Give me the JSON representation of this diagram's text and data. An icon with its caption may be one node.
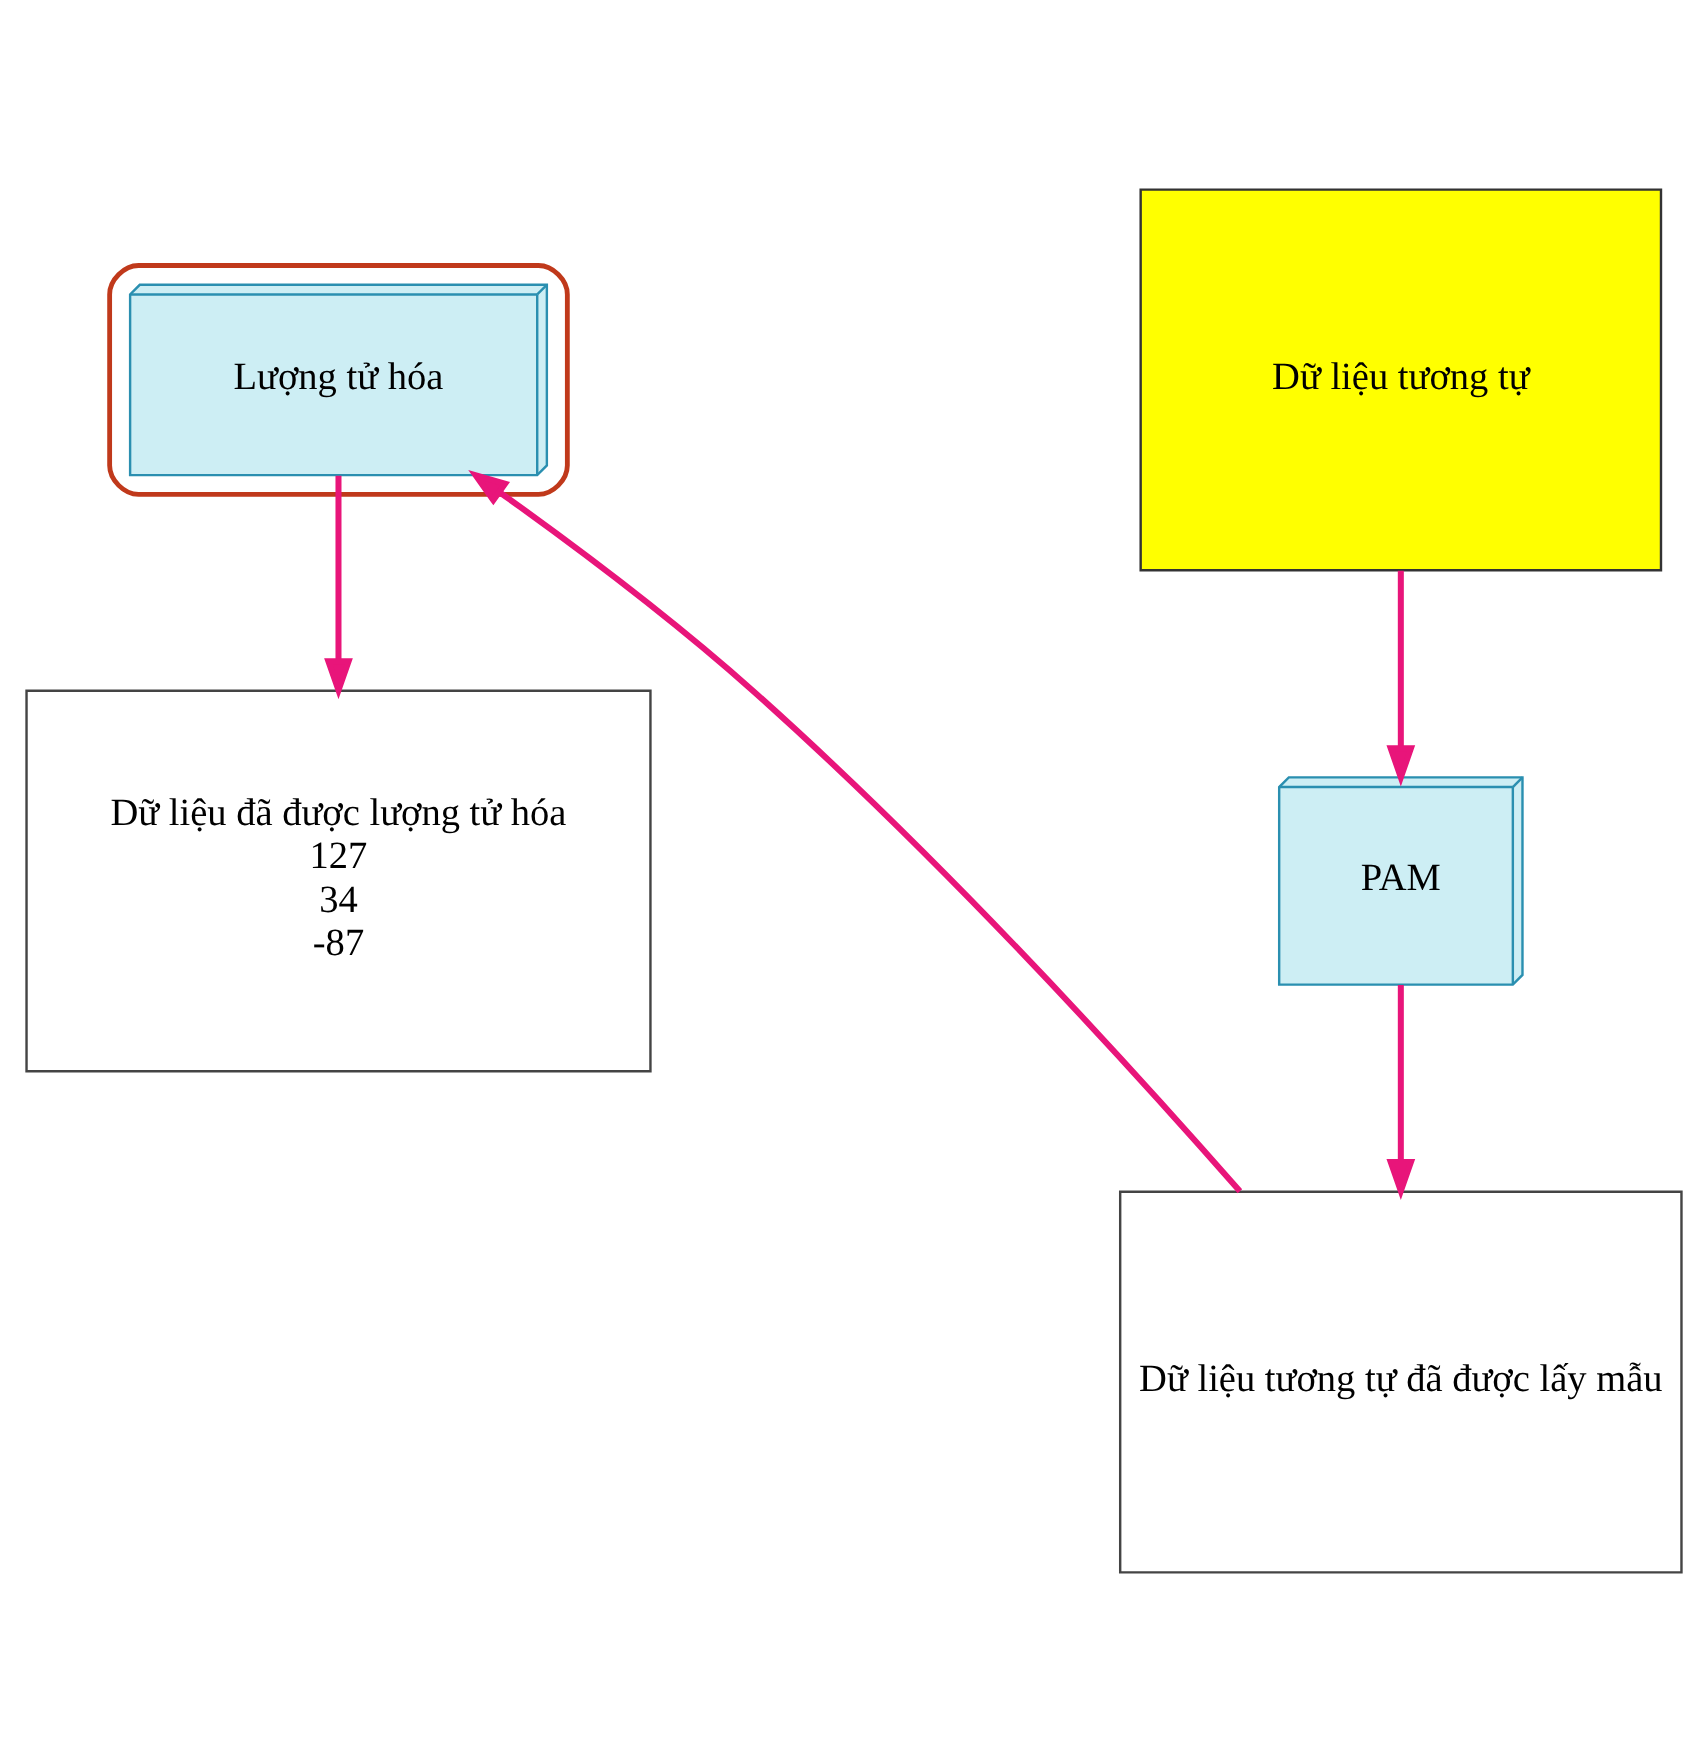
{
  "diagram": {
    "nodes": [
      {
        "text": [],
        "shape": "ellipse"
      },
      {
        "text": [
          "Lượng tử hóa"
        ],
        "in": 0
      },
      {
        "text": [
          "Dữ liệu đã được lượng tử hóa",
          "127",
          "34",
          "-87"
        ]
      },
      {
        "text": [
          "Dữ liệu tương tự"
        ]
      },
      {
        "text": [
          "PAM"
        ]
      },
      {
        "text": [
          "Dữ liệu tương tự đã được lấy mẫu"
        ]
      }
    ],
    "edges": [
      {
        "from": 3,
        "to": 4,
        "arrow": "to"
      },
      {
        "from": 4,
        "to": 5,
        "arrow": "to"
      },
      {
        "from": 5,
        "to": 1,
        "arrow": "to"
      },
      {
        "from": 1,
        "to": 2,
        "arrow": "to"
      }
    ]
  }
}
